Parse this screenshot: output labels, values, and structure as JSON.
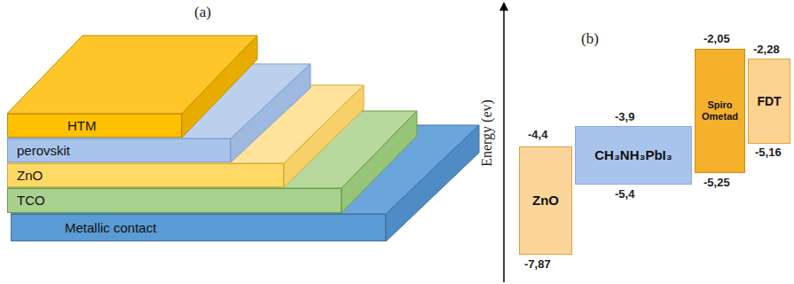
{
  "diagram": {
    "nodes": [
      {
        "text": [
          "HTM"
        ]
      },
      {
        "text": [
          "perovskit"
        ]
      },
      {
        "text": [
          "ZnO"
        ]
      },
      {
        "text": [
          "TCO"
        ]
      },
      {
        "text": [
          "Metallic contact"
        ]
      },
      {
        "text": [
          "ZnO"
        ]
      },
      {
        "text": [
          "CH₃NH₃PbI₃"
        ]
      },
      {
        "text": [
          "Spiro Ometad"
        ]
      },
      {
        "text": [
          "FDT"
        ]
      }
    ],
    "labels": [
      "(a)",
      "(b)",
      "Energy (ev)",
      "-4,4",
      "-7,87",
      "-3,9",
      "-5,4",
      "-2,05",
      "-5,25",
      "-2,28",
      "-5,16"
    ]
  }
}
